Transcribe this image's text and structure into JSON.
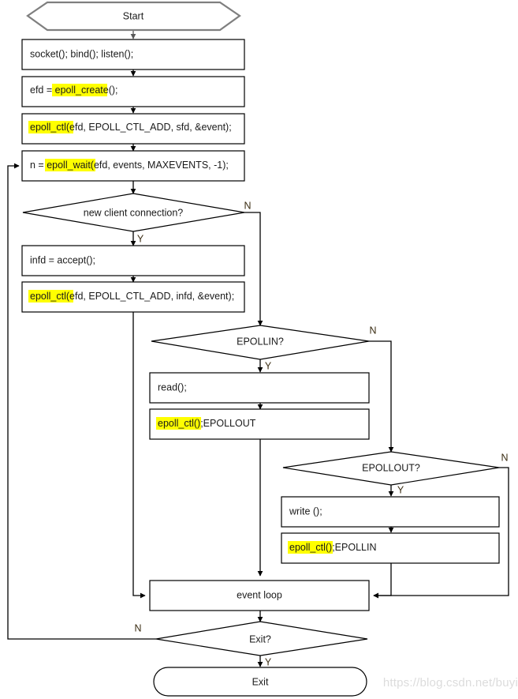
{
  "diagram": {
    "title": "epoll server event loop flowchart",
    "watermark": "https://blog.csdn.net/buyi",
    "highlight_color": "#ffff00",
    "line_color": "#000000",
    "start_stroke_color": "#7f7f7f"
  },
  "nodes": {
    "start": {
      "label": "Start",
      "shape": "hexagon"
    },
    "socket_bind_listen": {
      "label": "socket(); bind(); listen();",
      "shape": "process",
      "highlight": ""
    },
    "epoll_create": {
      "prefix": "efd = ",
      "highlight": "epoll_create",
      "suffix": "();",
      "shape": "process"
    },
    "epoll_ctl_sfd": {
      "prefix": "",
      "highlight": "epoll_ctl",
      "suffix": "(efd, EPOLL_CTL_ADD, sfd, &event);",
      "shape": "process"
    },
    "epoll_wait": {
      "prefix": "n = ",
      "highlight": "epoll_wait",
      "suffix": "(efd, events, MAXEVENTS, -1);",
      "shape": "process"
    },
    "new_client_connection": {
      "label": "new client connection?",
      "shape": "decision",
      "yes_label": "Y",
      "no_label": "N"
    },
    "accept": {
      "prefix": "infd = accept();",
      "highlight": "",
      "suffix": "",
      "shape": "process"
    },
    "epoll_ctl_infd": {
      "prefix": "",
      "highlight": "epoll_ctl",
      "suffix": "(efd, EPOLL_CTL_ADD, infd, &event);",
      "shape": "process"
    },
    "epollin_decision": {
      "label": "EPOLLIN?",
      "shape": "decision",
      "yes_label": "Y",
      "no_label": "N"
    },
    "read": {
      "prefix": "read();",
      "highlight": "",
      "suffix": "",
      "shape": "process"
    },
    "epoll_ctl_epollout": {
      "prefix": "",
      "highlight": "epoll_ctl",
      "suffix": "();EPOLLOUT",
      "shape": "process"
    },
    "epollout_decision": {
      "label": "EPOLLOUT?",
      "shape": "decision",
      "yes_label": "Y",
      "no_label": "N"
    },
    "write": {
      "prefix": "write ();",
      "highlight": "",
      "suffix": "",
      "shape": "process"
    },
    "epoll_ctl_epollin": {
      "prefix": "",
      "highlight": "epoll_ctl",
      "suffix": "();EPOLLIN",
      "shape": "process"
    },
    "event_loop": {
      "label": "event loop",
      "shape": "process"
    },
    "exit_decision": {
      "label": "Exit?",
      "shape": "decision",
      "yes_label": "Y",
      "no_label": "N"
    },
    "exit": {
      "label": "Exit",
      "shape": "terminator"
    }
  },
  "branch_labels": {
    "new_client_n": "N",
    "new_client_y": "Y",
    "epollin_n": "N",
    "epollin_y": "Y",
    "epollout_n": "N",
    "epollout_y": "Y",
    "exit_n": "N",
    "exit_y": "Y"
  }
}
